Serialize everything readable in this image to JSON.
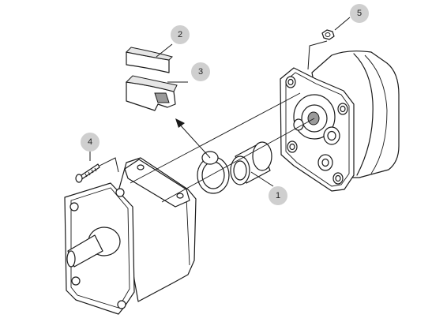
{
  "callouts": [
    {
      "id": "1",
      "label": "1"
    },
    {
      "id": "2",
      "label": "2"
    },
    {
      "id": "3",
      "label": "3"
    },
    {
      "id": "4",
      "label": "4"
    },
    {
      "id": "5",
      "label": "5"
    }
  ],
  "colors": {
    "stroke": "#1a1a1a",
    "callout_fill": "#cfcfcf",
    "callout_text": "#222222",
    "shade": "#9a9a9a"
  }
}
